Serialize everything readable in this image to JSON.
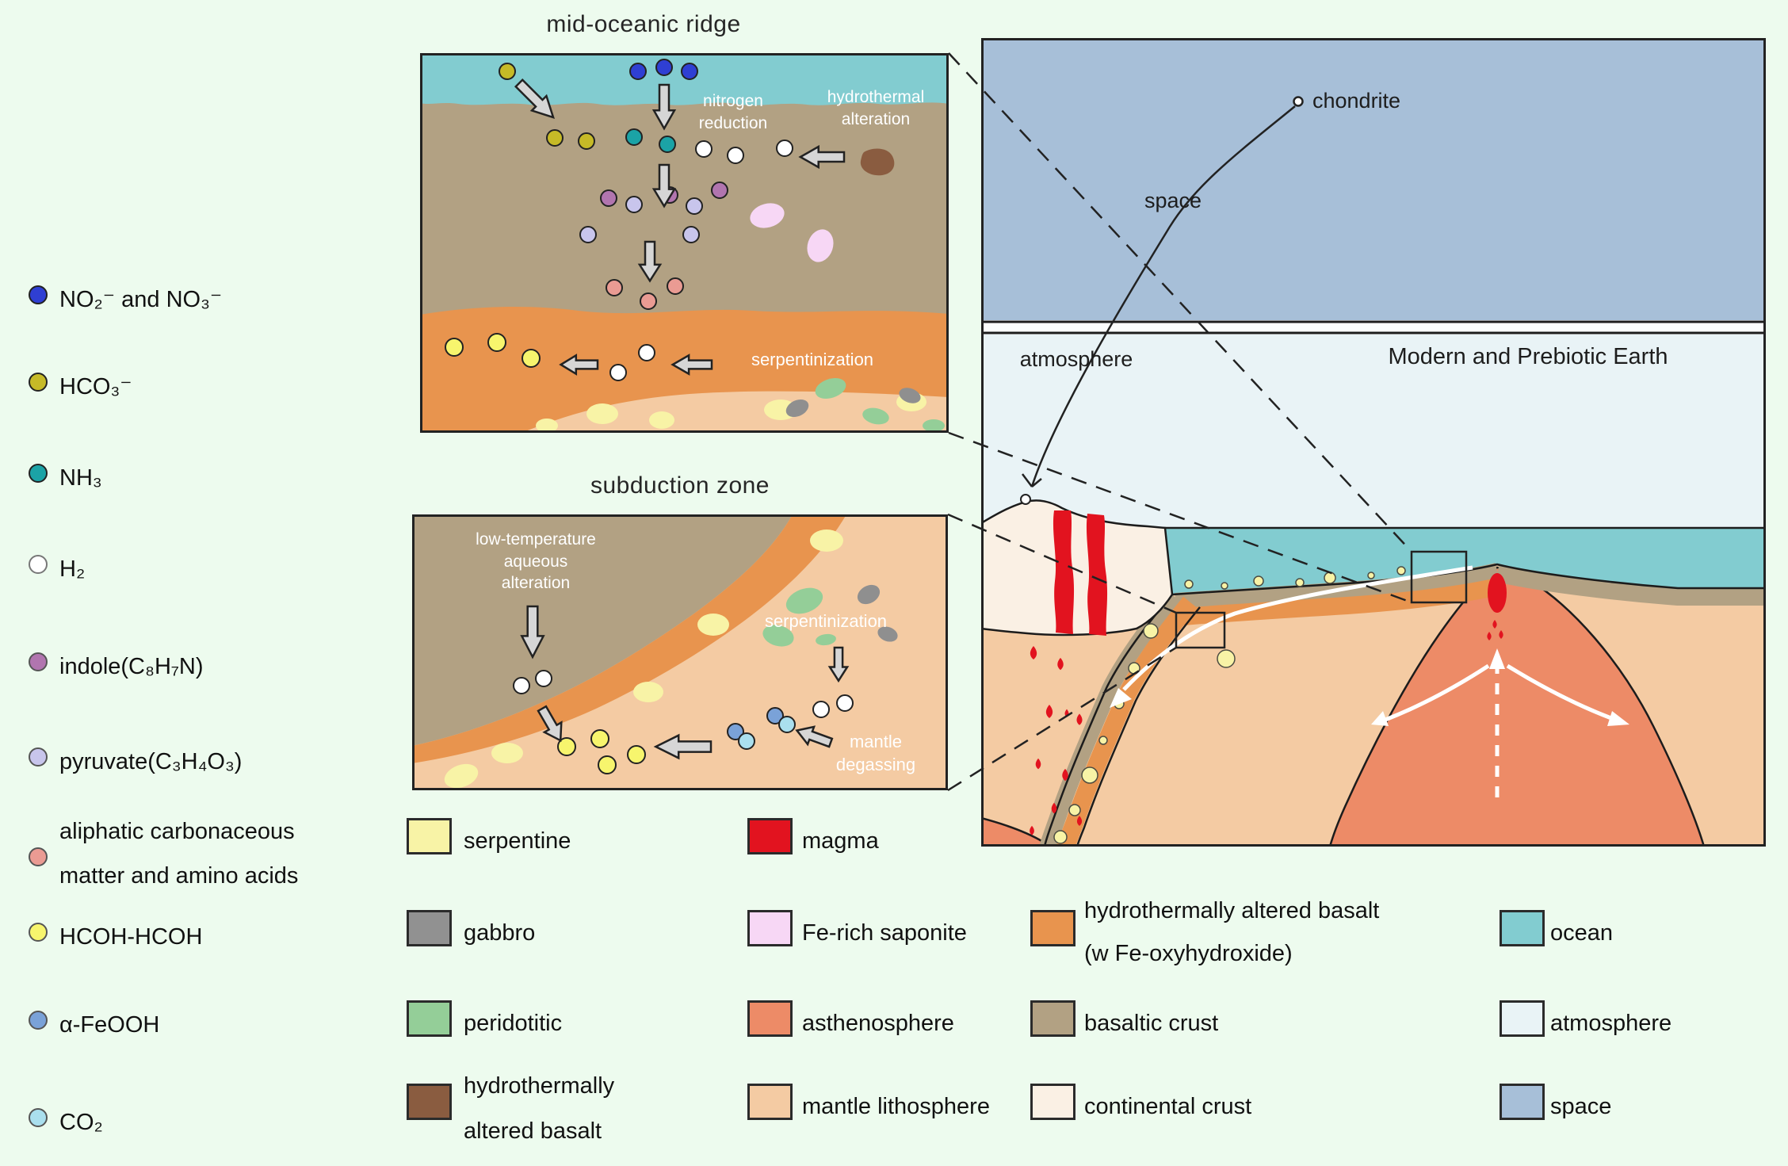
{
  "insets": {
    "mid_ocean": {
      "title": "mid-oceanic ridge",
      "labels": {
        "nitrogen_reduction": "nitrogen\nreduction",
        "hydrothermal_alteration": "hydrothermal\nalteration",
        "serpentinization": "serpentinization"
      }
    },
    "subduction": {
      "title": "subduction zone",
      "labels": {
        "low_temp": "low-temperature\naqueous\nalteration",
        "serpentinization": "serpentinization",
        "mantle_degassing": "mantle\ndegassing"
      }
    }
  },
  "earth": {
    "title": "Modern and Prebiotic Earth",
    "labels": {
      "chondrite": "chondrite",
      "space": "space",
      "atmosphere": "atmosphere"
    }
  },
  "mol": {
    "items": [
      {
        "label": "NO₂⁻ and NO₃⁻",
        "color": "#2f3fd3"
      },
      {
        "label": "HCO₃⁻",
        "color": "#c6ba27"
      },
      {
        "label": "NH₃",
        "color": "#1ba3a6"
      },
      {
        "label": "H₂",
        "color": "#ffffff"
      },
      {
        "label": "indole(C₈H₇N)",
        "color": "#b175af"
      },
      {
        "label": "pyruvate(C₃H₄O₃)",
        "color": "#c8c5ec"
      },
      {
        "label": "aliphatic carbonaceous\nmatter and amino acids",
        "color": "#ea9b93"
      },
      {
        "label": "HCOH-HCOH",
        "color": "#f7f56d"
      },
      {
        "label": "α-FeOOH",
        "color": "#7aa2d8"
      },
      {
        "label": "CO₂",
        "color": "#aadfee"
      }
    ]
  },
  "rock": {
    "items": [
      {
        "label": "serpentine",
        "color": "#f8f3a6"
      },
      {
        "label": "magma",
        "color": "#e2131f"
      },
      {
        "label": "gabbro",
        "color": "#919191"
      },
      {
        "label": "Fe-rich saponite",
        "color": "#f7d7f5"
      },
      {
        "label": "hydrothermally altered basalt\n(w Fe-oxyhydroxide)",
        "color": "#e8944e"
      },
      {
        "label": "ocean",
        "color": "#82ccd0"
      },
      {
        "label": "peridotitic",
        "color": "#94ce98"
      },
      {
        "label": "asthenosphere",
        "color": "#ed8b67"
      },
      {
        "label": "basaltic crust",
        "color": "#b2a183"
      },
      {
        "label": "atmosphere",
        "color": "#e9f3f6"
      },
      {
        "label": "hydrothermally\naltered basalt",
        "color": "#8a5c40"
      },
      {
        "label": "mantle lithosphere",
        "color": "#f4cba3"
      },
      {
        "label": "continental crust",
        "color": "#faf0e4"
      },
      {
        "label": "space",
        "color": "#a7bfd8"
      }
    ]
  },
  "colors": {
    "background": "#edfbee",
    "ocean": "#82ccd0",
    "basaltic_crust": "#b2a183",
    "altered_basalt_orange": "#e8944e",
    "mantle_lithosphere": "#f4cba3",
    "continental_crust": "#faf0e4",
    "asthenosphere": "#ed8b67",
    "space": "#a7bfd8",
    "atmosphere": "#e9f3f6",
    "magma": "#e2131f",
    "serpentine": "#f8f3a6",
    "peridotitic": "#94ce98",
    "gabbro": "#919191",
    "hydro_altered_basalt_brown": "#8a5c40",
    "fe_rich_saponite": "#f7d7f5"
  }
}
